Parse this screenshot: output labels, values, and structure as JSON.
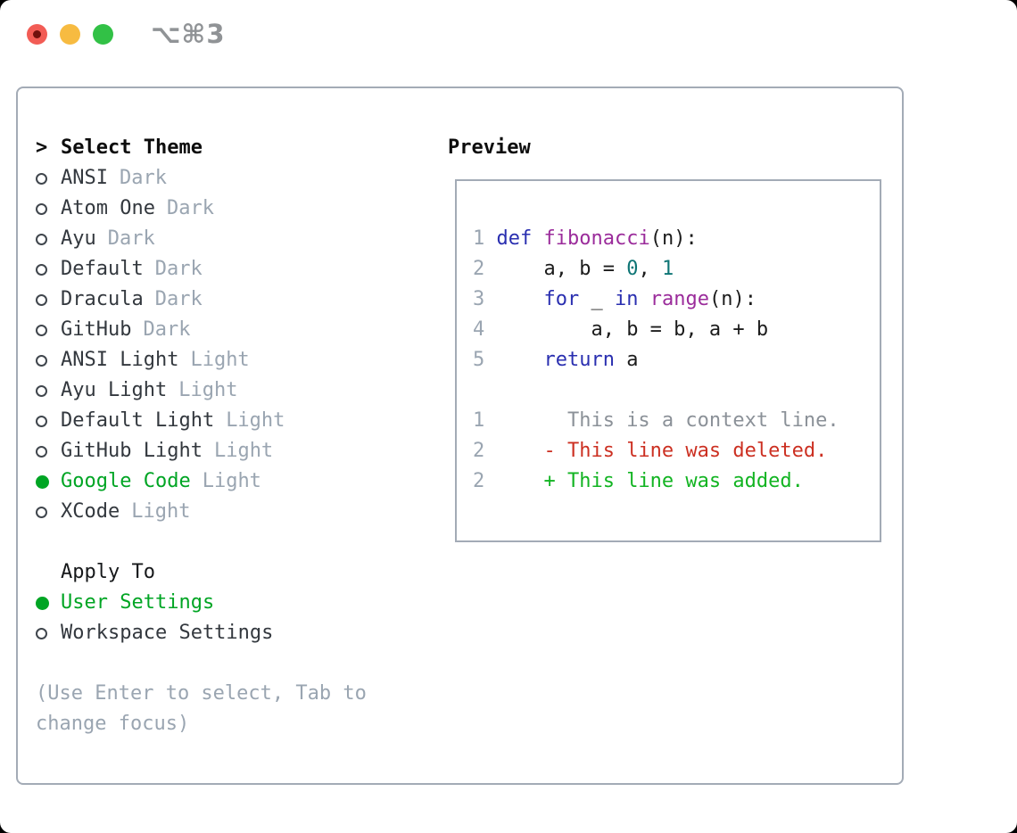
{
  "window": {
    "title": "⌥⌘3"
  },
  "left": {
    "prompt": ">",
    "header": "Select Theme",
    "themes": [
      {
        "name": "ANSI",
        "tag": "Dark",
        "selected": false
      },
      {
        "name": "Atom One",
        "tag": "Dark",
        "selected": false
      },
      {
        "name": "Ayu",
        "tag": "Dark",
        "selected": false
      },
      {
        "name": "Default",
        "tag": "Dark",
        "selected": false
      },
      {
        "name": "Dracula",
        "tag": "Dark",
        "selected": false
      },
      {
        "name": "GitHub",
        "tag": "Dark",
        "selected": false
      },
      {
        "name": "ANSI Light",
        "tag": "Light",
        "selected": false
      },
      {
        "name": "Ayu Light",
        "tag": "Light",
        "selected": false
      },
      {
        "name": "Default Light",
        "tag": "Light",
        "selected": false
      },
      {
        "name": "GitHub Light",
        "tag": "Light",
        "selected": false
      },
      {
        "name": "Google Code",
        "tag": "Light",
        "selected": true
      },
      {
        "name": "XCode",
        "tag": "Light",
        "selected": false
      }
    ],
    "apply_to": {
      "header": "Apply To",
      "options": [
        {
          "name": "User Settings",
          "selected": true
        },
        {
          "name": "Workspace Settings",
          "selected": false
        }
      ]
    },
    "help": "(Use Enter to select, Tab to change focus)"
  },
  "preview": {
    "header": "Preview",
    "code_lines": [
      {
        "num": "1",
        "tokens": [
          {
            "c": "kwd",
            "t": "def"
          },
          {
            "c": "pln",
            "t": " "
          },
          {
            "c": "fun",
            "t": "fibonacci"
          },
          {
            "c": "pln",
            "t": "(n):"
          }
        ]
      },
      {
        "num": "2",
        "tokens": [
          {
            "c": "pln",
            "t": "    a, b = "
          },
          {
            "c": "lit",
            "t": "0"
          },
          {
            "c": "pln",
            "t": ", "
          },
          {
            "c": "lit",
            "t": "1"
          }
        ]
      },
      {
        "num": "3",
        "tokens": [
          {
            "c": "pln",
            "t": "    "
          },
          {
            "c": "kwd",
            "t": "for"
          },
          {
            "c": "pln",
            "t": " _ "
          },
          {
            "c": "kwd",
            "t": "in"
          },
          {
            "c": "pln",
            "t": " "
          },
          {
            "c": "fun",
            "t": "range"
          },
          {
            "c": "pln",
            "t": "(n):"
          }
        ]
      },
      {
        "num": "4",
        "tokens": [
          {
            "c": "pln",
            "t": "        a, b = b, a + b"
          }
        ]
      },
      {
        "num": "5",
        "tokens": [
          {
            "c": "pln",
            "t": "    "
          },
          {
            "c": "kwd",
            "t": "return"
          },
          {
            "c": "pln",
            "t": " a"
          }
        ]
      }
    ],
    "diff_lines": [
      {
        "num": "1",
        "type": "context",
        "text": "       This is a context line."
      },
      {
        "num": "2",
        "type": "deleted",
        "text": "     - This line was deleted."
      },
      {
        "num": "2",
        "type": "added",
        "text": "     + This line was added."
      }
    ]
  },
  "colors": {
    "selection_green": "#00a524",
    "keyword_blue": "#2a2fb0",
    "function_purple": "#9b2c9b",
    "literal_teal": "#0e7575",
    "deleted_red": "#cc3022",
    "added_green": "#12b422",
    "context_gray": "#8b9198",
    "muted_gray": "#9aa5b1",
    "item_gray": "#33383e",
    "border_gray": "#a3abb6",
    "traffic_red": "#f25c55",
    "traffic_yellow": "#f7bb41",
    "traffic_green": "#32c146"
  }
}
